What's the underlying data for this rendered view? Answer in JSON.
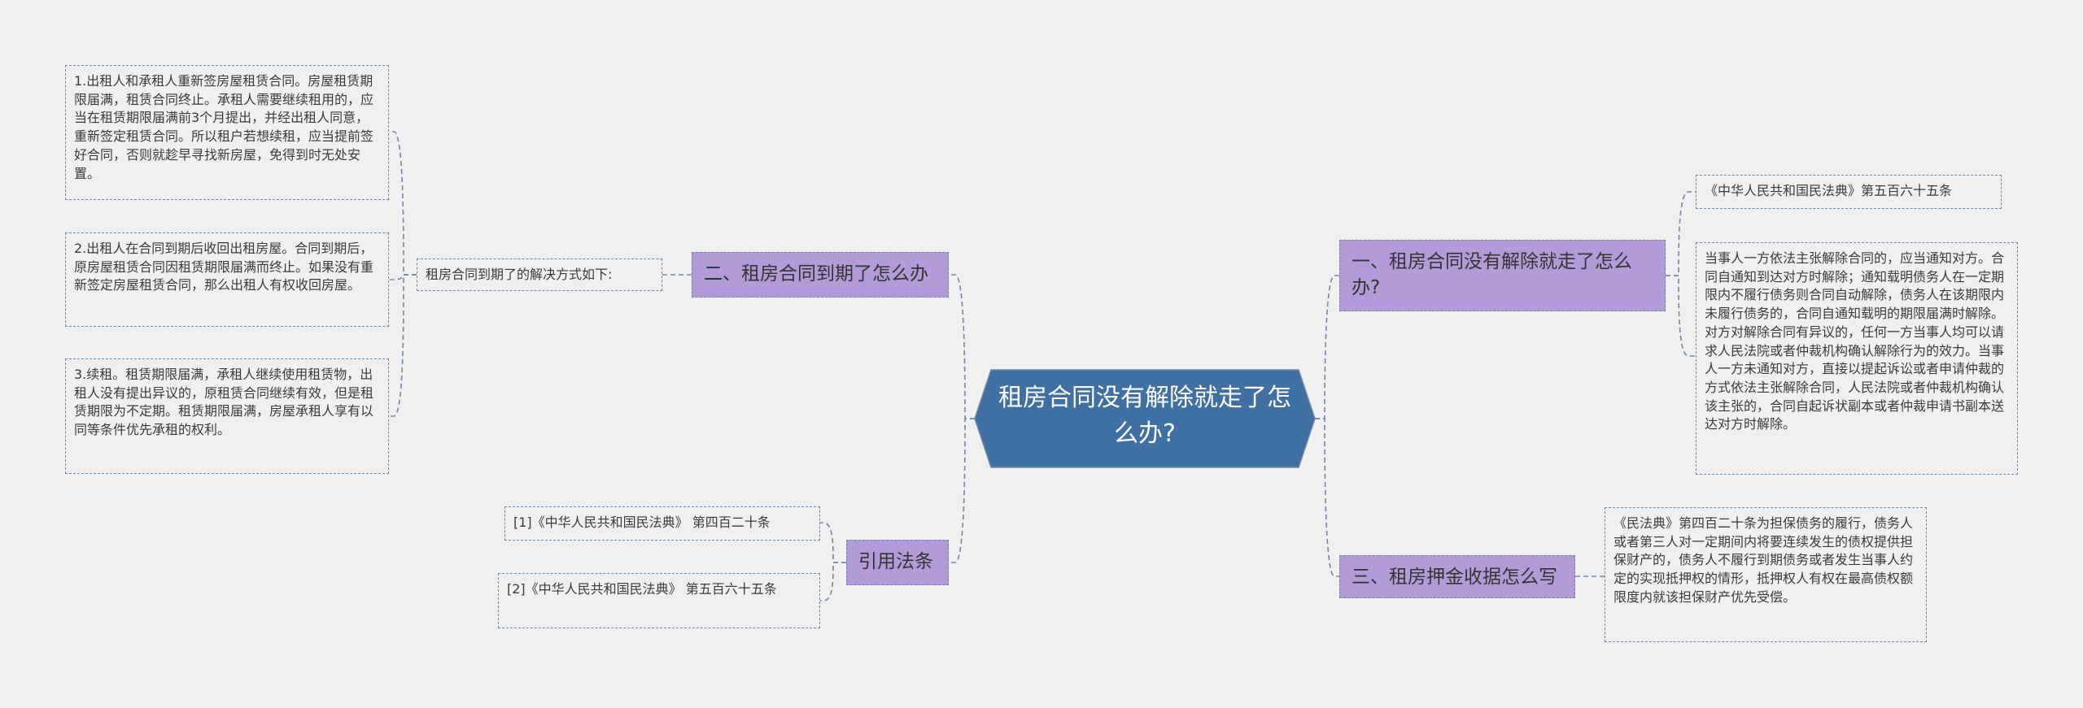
{
  "colors": {
    "background": "#f0f0f0",
    "root_fill": "#3e70a4",
    "branch_fill": "#b39bd9",
    "line": "#6e87a8"
  },
  "root": {
    "title": "租房合同没有解除就走了怎么办?"
  },
  "branches": {
    "b1": {
      "label": "一、租房合同没有解除就走了怎么办?",
      "children": [
        "《中华人民共和国民法典》第五百六十五条",
        "当事人一方依法主张解除合同的，应当通知对方。合同自通知到达对方时解除；通知载明债务人在一定期限内不履行债务则合同自动解除，债务人在该期限内未履行债务的，合同自通知载明的期限届满时解除。对方对解除合同有异议的，任何一方当事人均可以请求人民法院或者仲裁机构确认解除行为的效力。当事人一方未通知对方，直接以提起诉讼或者申请仲裁的方式依法主张解除合同，人民法院或者仲裁机构确认该主张的，合同自起诉状副本或者仲裁申请书副本送达对方时解除。"
      ]
    },
    "b3": {
      "label": "三、租房押金收据怎么写",
      "children": [
        "《民法典》第四百二十条为担保债务的履行，债务人或者第三人对一定期间内将要连续发生的债权提供担保财产的，债务人不履行到期债务或者发生当事人约定的实现抵押权的情形，抵押权人有权在最高债权额限度内就该担保财产优先受偿。"
      ]
    },
    "b2": {
      "label": "二、租房合同到期了怎么办",
      "intermediate": "租房合同到期了的解决方式如下:",
      "children": [
        "1.出租人和承租人重新签房屋租赁合同。房屋租赁期限届满，租赁合同终止。承租人需要继续租用的，应当在租赁期限届满前3个月提出，并经出租人同意，重新签定租赁合同。所以租户若想续租，应当提前签好合同，否则就趁早寻找新房屋，免得到时无处安置。",
        "2.出租人在合同到期后收回出租房屋。合同到期后，原房屋租赁合同因租赁期限届满而终止。如果没有重新签定房屋租赁合同，那么出租人有权收回房屋。",
        "3.续租。租赁期限届满，承租人继续使用租赁物，出租人没有提出异议的，原租赁合同继续有效，但是租赁期限为不定期。租赁期限届满，房屋承租人享有以同等条件优先承租的权利。"
      ]
    },
    "b4": {
      "label": "引用法条",
      "children": [
        "[1]《中华人民共和国民法典》 第四百二十条",
        "[2]《中华人民共和国民法典》 第五百六十五条"
      ]
    }
  }
}
